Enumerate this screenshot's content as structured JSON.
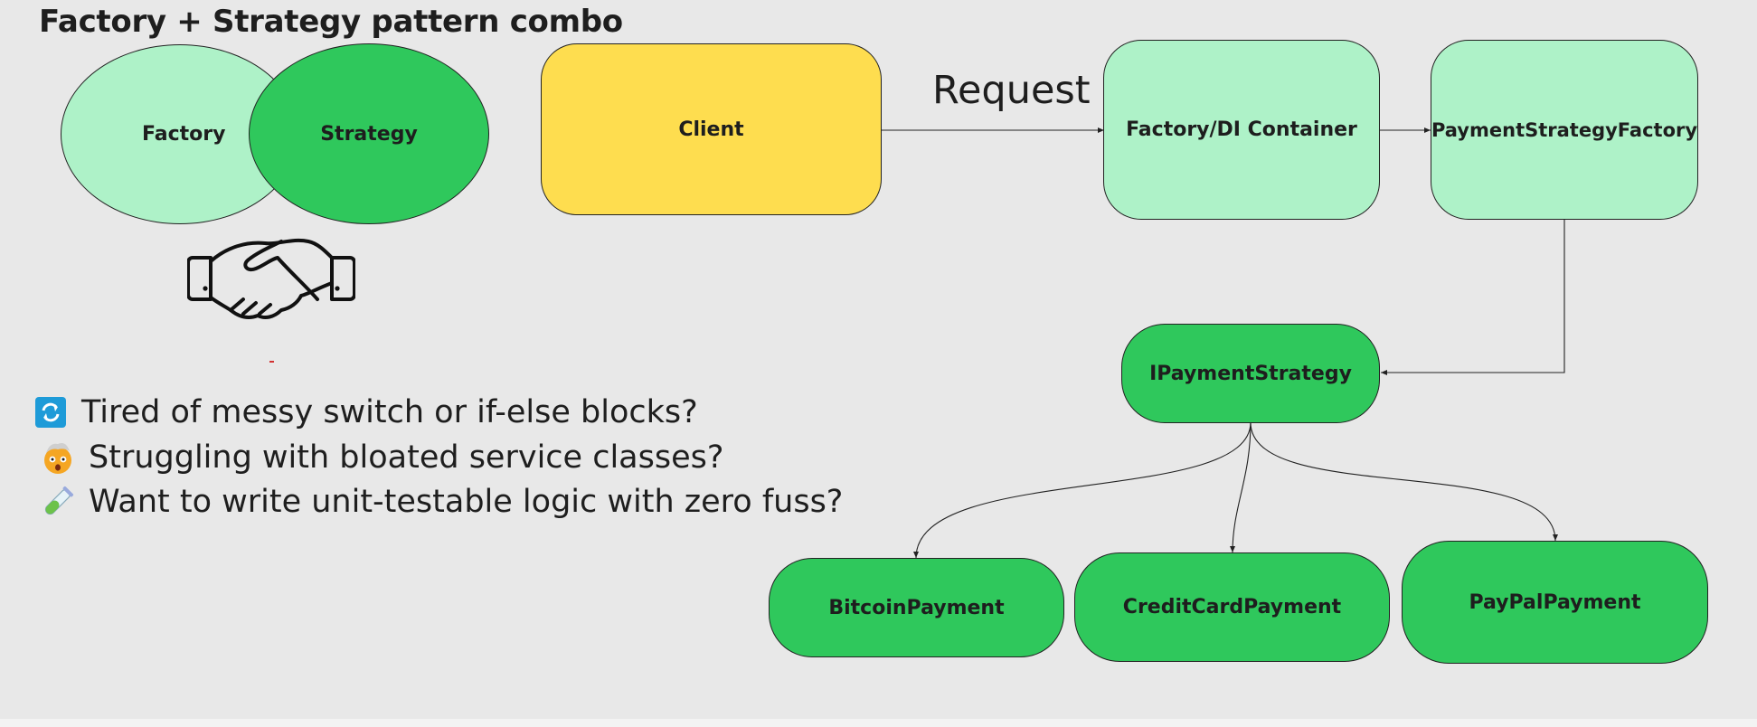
{
  "title": "Factory + Strategy pattern combo",
  "venn": {
    "left": "Factory",
    "right": "Strategy"
  },
  "icons": {
    "handshake": "handshake-icon"
  },
  "nodes": {
    "client": "Client",
    "factory_di": "Factory/DI Container",
    "payment_factory": "PaymentStrategyFactory",
    "ipayment": "IPaymentStrategy",
    "bitcoin": "BitcoinPayment",
    "creditcard": "CreditCardPayment",
    "paypal": "PayPalPayment"
  },
  "edge_label": "Request",
  "bullets": [
    {
      "icon": "refresh-icon",
      "text": "Tired of messy switch or if-else blocks?"
    },
    {
      "icon": "exploding-head-icon",
      "text": "Struggling with bloated service classes?"
    },
    {
      "icon": "test-tube-icon",
      "text": "Want to write unit-testable logic with zero fuss?"
    }
  ],
  "colors": {
    "light_green": "#aef2c8",
    "green": "#2fc85c",
    "yellow": "#fedd4f",
    "background": "#e8e8e8"
  }
}
